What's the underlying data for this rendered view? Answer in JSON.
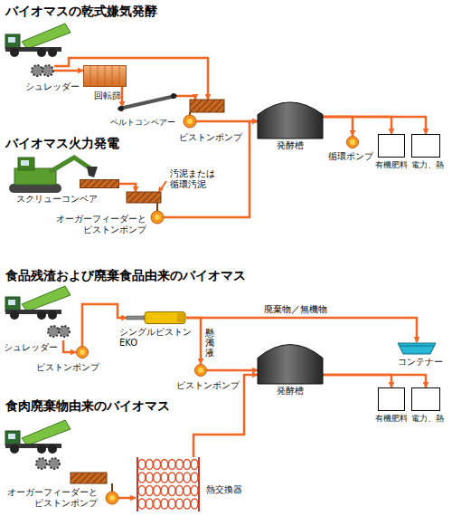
{
  "diagram": {
    "nodes": [
      {
        "text": [
          "シュレッダー"
        ]
      },
      {
        "text": [
          "回転篩"
        ]
      },
      {
        "text": [
          "ベルトコンベアー"
        ]
      },
      {
        "text": [
          "ピストンポンプ"
        ]
      },
      {
        "text": [
          "発酵槽"
        ]
      },
      {
        "text": [
          "循環ポンプ"
        ]
      },
      {
        "text": [
          "有機肥料"
        ]
      },
      {
        "text": [
          "電力、熱"
        ]
      },
      {
        "text": [
          "スクリューコンベア"
        ]
      },
      {
        "text": [
          "オーガーフィーダーと ピストンポンプ"
        ]
      },
      {
        "text": [
          "シュレッダー"
        ]
      },
      {
        "text": [
          "ピストンポンプ"
        ]
      },
      {
        "text": [
          "シングルピストン EKO"
        ]
      },
      {
        "text": [
          "ピストンポンプ"
        ]
      },
      {
        "text": [
          "コンテナー"
        ]
      },
      {
        "text": [
          "発酵槽"
        ]
      },
      {
        "text": [
          "有機肥料"
        ]
      },
      {
        "text": [
          "電力、熱"
        ]
      },
      {
        "text": [
          "オーガーフィーダーと ピストンポンプ"
        ]
      },
      {
        "text": [
          "熱交換器"
        ]
      }
    ],
    "edges": [
      {
        "from": 0,
        "to": 1,
        "arrow": "to"
      },
      {
        "from": 0,
        "to": 3,
        "arrow": "to"
      },
      {
        "from": 1,
        "to": 2,
        "arrow": "to"
      },
      {
        "from": 2,
        "to": 3,
        "arrow": "to"
      },
      {
        "from": 3,
        "to": 4,
        "arrow": "to"
      },
      {
        "from": 4,
        "to": 5,
        "arrow": "to"
      },
      {
        "from": 4,
        "to": 6,
        "arrow": "to"
      },
      {
        "from": 4,
        "to": 7,
        "arrow": "to"
      },
      {
        "from": 8,
        "to": 9,
        "arrow": "to"
      },
      {
        "from": 9,
        "to": 4,
        "arrow": "to"
      },
      {
        "from": 10,
        "to": 11,
        "arrow": "to"
      },
      {
        "from": 11,
        "to": 12,
        "arrow": "to"
      },
      {
        "from": 12,
        "to": 14,
        "label": "廃棄物／無機物",
        "arrow": "to"
      },
      {
        "from": 12,
        "to": 13,
        "label": "懸濁液",
        "arrow": "to"
      },
      {
        "from": 13,
        "to": 15,
        "arrow": "to"
      },
      {
        "from": 15,
        "to": 16,
        "arrow": "to"
      },
      {
        "from": 15,
        "to": 17,
        "arrow": "to"
      },
      {
        "from": 18,
        "to": 19,
        "arrow": "to"
      },
      {
        "from": 19,
        "to": 15,
        "arrow": "to"
      }
    ],
    "labels": [
      "バイオマスの乾式嫌気発酵",
      "バイオマス火力発電",
      "食品残渣および廃棄食品由来のバイオマス",
      "食肉廃棄物由来のバイオマス",
      "汚泥または 循環汚泥"
    ]
  }
}
